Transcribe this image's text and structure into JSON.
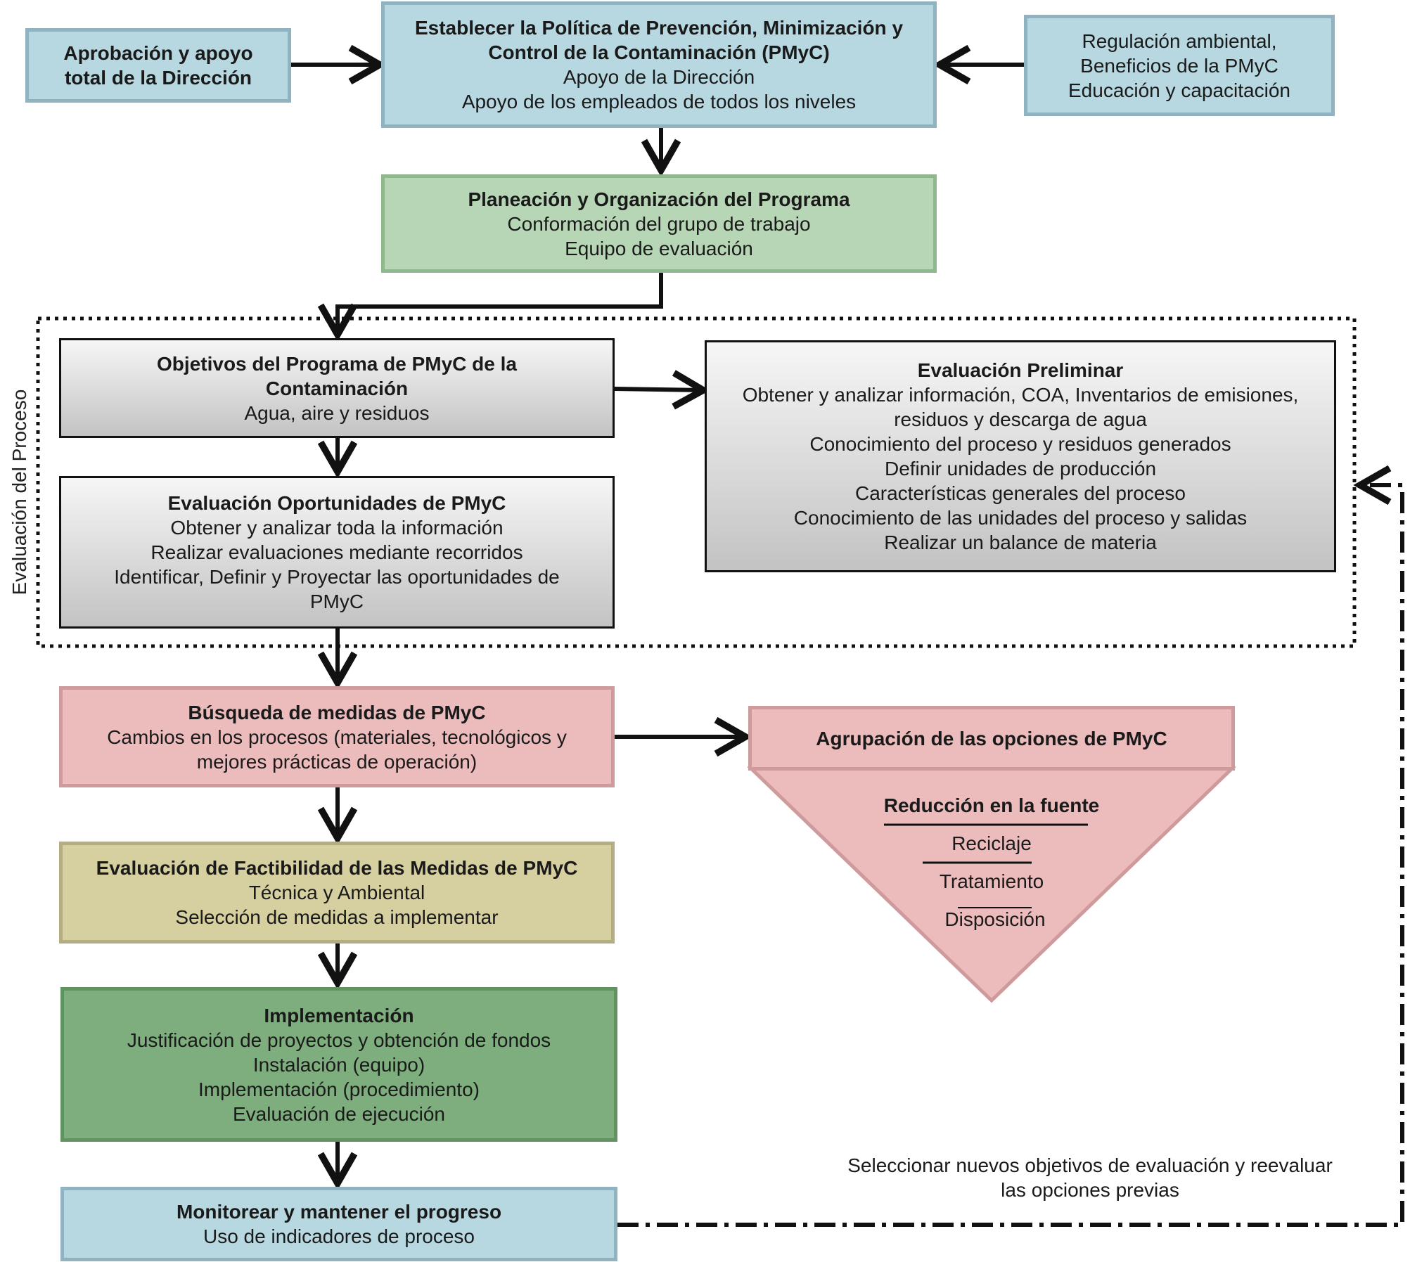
{
  "diagram": {
    "nodes": {
      "aprobacion": {
        "lines": [
          "Aprobación y apoyo",
          "total de la Dirección"
        ]
      },
      "politica": {
        "title_lines": [
          "Establecer la Política de Prevención, Minimización y",
          "Control de la Contaminación (PMyC)"
        ],
        "lines": [
          "Apoyo de la Dirección",
          "Apoyo de los empleados de todos los niveles"
        ]
      },
      "regulacion": {
        "lines": [
          "Regulación ambiental,",
          "Beneficios de la PMyC",
          "Educación y capacitación"
        ]
      },
      "planeacion": {
        "title": "Planeación y Organización del Programa",
        "lines": [
          "Conformación del grupo de trabajo",
          "Equipo de evaluación"
        ]
      },
      "objetivos": {
        "title_lines": [
          "Objetivos del Programa de PMyC de la",
          "Contaminación"
        ],
        "lines": [
          "Agua, aire y residuos"
        ]
      },
      "eval_preliminar": {
        "title": "Evaluación Preliminar",
        "lines": [
          "Obtener y analizar información, COA, Inventarios de emisiones,",
          "residuos y descarga de agua",
          "Conocimiento del proceso y residuos generados",
          "Definir unidades de producción",
          "Características generales del proceso",
          "Conocimiento de las unidades del proceso y salidas",
          "Realizar un balance de materia"
        ]
      },
      "eval_oportunidades": {
        "title": "Evaluación Oportunidades de PMyC",
        "lines": [
          "Obtener y analizar toda la información",
          "Realizar evaluaciones mediante recorridos",
          "Identificar, Definir y Proyectar las oportunidades de",
          "PMyC"
        ]
      },
      "busqueda": {
        "title": "Búsqueda de medidas de PMyC",
        "lines": [
          "Cambios en los procesos (materiales, tecnológicos y",
          "mejores prácticas de operación)"
        ]
      },
      "agrupacion": {
        "title": "Agrupación de las opciones de PMyC"
      },
      "jerarquia": {
        "title": "Reducción en la fuente",
        "levels": [
          "Reciclaje",
          "Tratamiento",
          "Disposición"
        ]
      },
      "factibilidad": {
        "title": "Evaluación de Factibilidad de las Medidas de PMyC",
        "lines": [
          "Técnica y Ambiental",
          "Selección de medidas a implementar"
        ]
      },
      "implementacion": {
        "title": "Implementación",
        "lines": [
          "Justificación de proyectos y obtención de fondos",
          "Instalación (equipo)",
          "Implementación (procedimiento)",
          "Evaluación de ejecución"
        ]
      },
      "monitorear": {
        "title": "Monitorear y mantener el progreso",
        "lines": [
          "Uso de indicadores de proceso"
        ]
      }
    },
    "group_label": "Evaluación del Proceso",
    "feedback_note": [
      "Seleccionar nuevos objetivos de evaluación y reevaluar",
      "las opciones previas"
    ],
    "colors": {
      "blue": "#b7d8e1",
      "green": "#b6d6b5",
      "grey": "#c3c3c3",
      "pink": "#ecbcbd",
      "khaki": "#d6cfa0",
      "dark_green": "#7eae7e"
    }
  }
}
